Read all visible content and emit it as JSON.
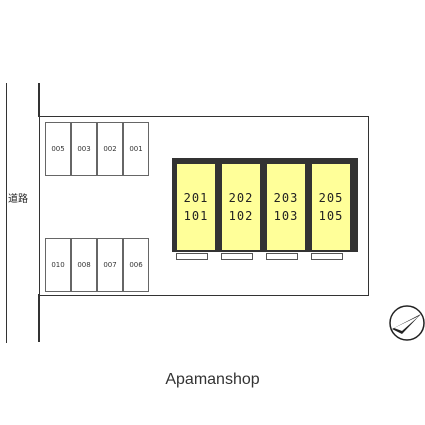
{
  "map": {
    "road_label": "道路",
    "parking_top_row": [
      "005",
      "003",
      "002",
      "001"
    ],
    "parking_bottom_row": [
      "010",
      "008",
      "007",
      "006"
    ],
    "units": [
      {
        "upper": "201",
        "lower": "101"
      },
      {
        "upper": "202",
        "lower": "102"
      },
      {
        "upper": "203",
        "lower": "103"
      },
      {
        "upper": "205",
        "lower": "105"
      }
    ],
    "compass_icon": "north-arrow-icon",
    "unit_color": "#ffff99",
    "watermark": "Apamanshop"
  }
}
